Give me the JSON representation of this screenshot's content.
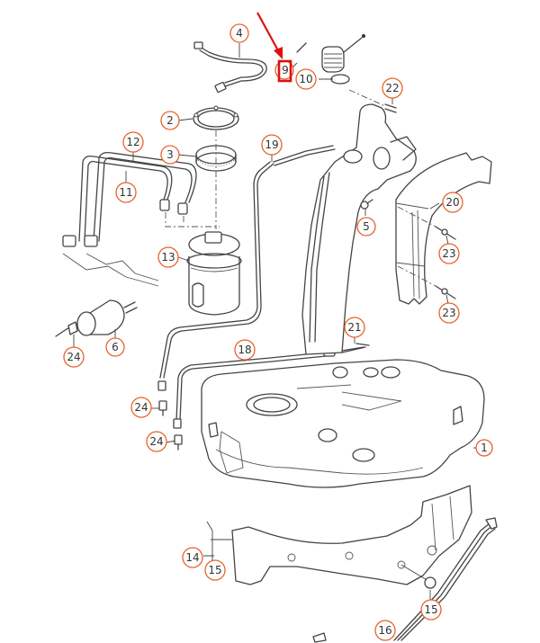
{
  "diagram": {
    "title": "Fuel tank and fuel system exploded parts diagram",
    "accent_color": "#e8622a",
    "highlight_color": "#e01010",
    "highlighted_callout": "9",
    "callouts": [
      {
        "id": "c1",
        "label": "1"
      },
      {
        "id": "c2",
        "label": "2"
      },
      {
        "id": "c3",
        "label": "3"
      },
      {
        "id": "c4",
        "label": "4"
      },
      {
        "id": "c5",
        "label": "5"
      },
      {
        "id": "c6",
        "label": "6"
      },
      {
        "id": "c9",
        "label": "9"
      },
      {
        "id": "c10",
        "label": "10"
      },
      {
        "id": "c11",
        "label": "11"
      },
      {
        "id": "c12",
        "label": "12"
      },
      {
        "id": "c13",
        "label": "13"
      },
      {
        "id": "c14",
        "label": "14"
      },
      {
        "id": "c15a",
        "label": "15"
      },
      {
        "id": "c15b",
        "label": "15"
      },
      {
        "id": "c16",
        "label": "16"
      },
      {
        "id": "c18",
        "label": "18"
      },
      {
        "id": "c19",
        "label": "19"
      },
      {
        "id": "c20",
        "label": "20"
      },
      {
        "id": "c21",
        "label": "21"
      },
      {
        "id": "c22",
        "label": "22"
      },
      {
        "id": "c23a",
        "label": "23"
      },
      {
        "id": "c23b",
        "label": "23"
      },
      {
        "id": "c24a",
        "label": "24"
      },
      {
        "id": "c24b",
        "label": "24"
      },
      {
        "id": "c24c",
        "label": "24"
      }
    ]
  }
}
